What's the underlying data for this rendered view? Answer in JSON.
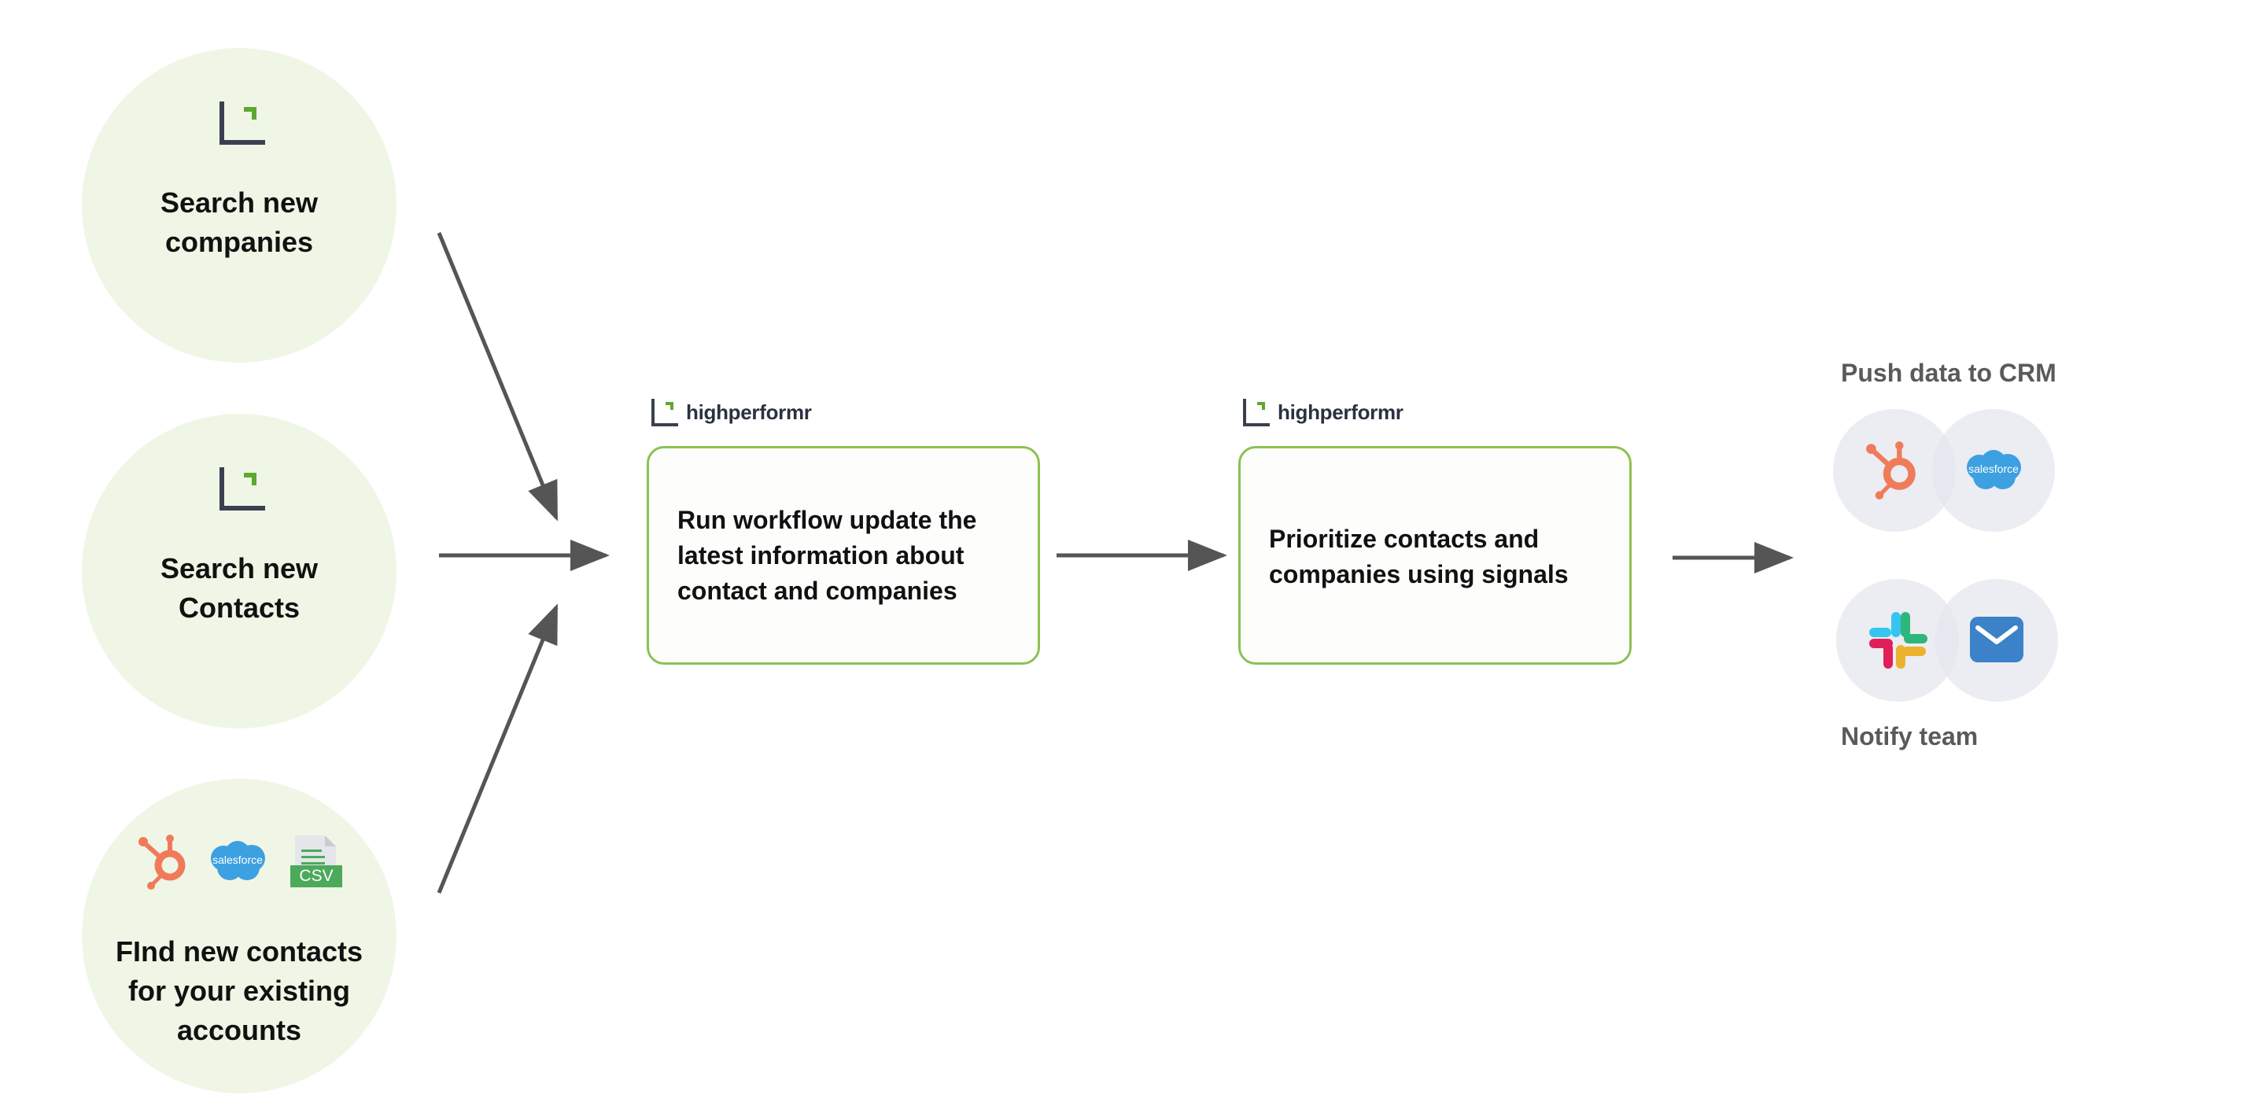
{
  "sources": [
    {
      "label_line1": "Search new",
      "label_line2": "companies",
      "icon": "highperformr-logo-icon"
    },
    {
      "label_line1": "Search new",
      "label_line2": "Contacts",
      "icon": "highperformr-logo-icon"
    },
    {
      "label_line1": "FInd new contacts",
      "label_line2": "for your existing",
      "label_line3": "accounts",
      "icons": [
        "hubspot-icon",
        "salesforce-icon",
        "csv-file-icon"
      ]
    }
  ],
  "logos": {
    "salesforce_text": "salesforce",
    "csv_text": "CSV"
  },
  "steps": [
    {
      "brand": "highperformr",
      "line1": "Run workflow update the",
      "line2": "latest information about",
      "line3": "contact and companies"
    },
    {
      "brand": "highperformr",
      "line1": "Prioritize contacts and",
      "line2": "companies using signals"
    }
  ],
  "outputs": {
    "crm_title": "Push data to CRM",
    "crm_icons": [
      "hubspot-icon",
      "salesforce-icon"
    ],
    "notify_title": "Notify team",
    "notify_icons": [
      "slack-icon",
      "email-icon"
    ]
  },
  "colors": {
    "circle_fill": "#f0f6e6",
    "box_border": "#8cc152",
    "logo_green": "#5da831",
    "logo_dark": "#3a4050",
    "arrow": "#555555",
    "hubspot": "#f07b5a",
    "salesforce": "#3da0e0",
    "csv": "#4caa5a",
    "email": "#3b82c8"
  }
}
